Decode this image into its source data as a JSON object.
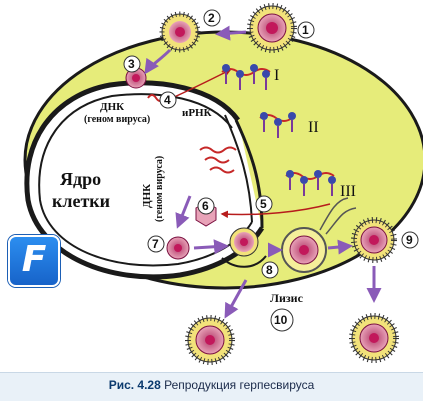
{
  "labels": {
    "nucleus_line1": "Ядро",
    "nucleus_line2": "клетки",
    "dna_genome_line1": "ДНК",
    "dna_genome_line2": "(геном вируса)",
    "mrna": "иРНК",
    "dna_vertical_line1": "ДНК",
    "dna_vertical_line2": "(геном вируса)",
    "lysis": "Лизис",
    "phase_1": "I",
    "phase_2": "II",
    "phase_3": "III"
  },
  "steps": [
    "1",
    "2",
    "3",
    "4",
    "5",
    "6",
    "7",
    "8",
    "9",
    "10"
  ],
  "badge": "F",
  "caption": {
    "fig": "Рис. 4.28",
    "text": "Репродукция герпесвируса"
  },
  "colors": {
    "cytoplasm": "#e6ec7a",
    "nucleus": "#ffffff",
    "membrane": "#1a1a1a",
    "capsid": "#e8a3b8",
    "virus_core": "#c2185b",
    "envelope": "#f2e27a",
    "arrow_purple": "#8a5bb8",
    "rna_red": "#c62828",
    "ribosome_blue": "#3949ab"
  }
}
